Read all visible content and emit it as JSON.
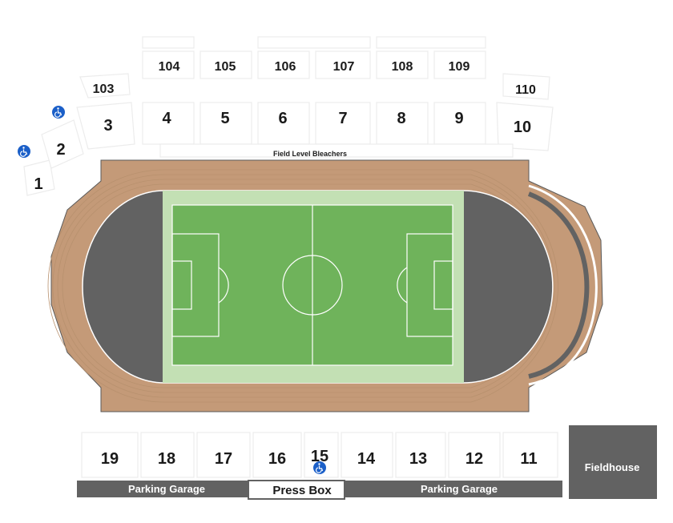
{
  "upper_sections": [
    "103",
    "104",
    "105",
    "106",
    "107",
    "108",
    "109",
    "110"
  ],
  "lower_sections": [
    "1",
    "2",
    "3",
    "4",
    "5",
    "6",
    "7",
    "8",
    "9",
    "10"
  ],
  "bottom_sections": [
    "19",
    "18",
    "17",
    "16",
    "15",
    "14",
    "13",
    "12",
    "11"
  ],
  "labels": {
    "field_level": "Field Level Bleachers",
    "parking_left": "Parking Garage",
    "parking_right": "Parking Garage",
    "press_box": "Press Box",
    "fieldhouse": "Fieldhouse"
  },
  "accessible_icons": [
    "wheelchair-icon",
    "wheelchair-icon",
    "wheelchair-icon"
  ],
  "colors": {
    "track": "#c49a78",
    "infield_gray": "#626262",
    "grass_outer": "#c3e0b4",
    "grass_inner": "#6fb35b",
    "parking": "#626262",
    "accessible": "#1b5fc8"
  }
}
